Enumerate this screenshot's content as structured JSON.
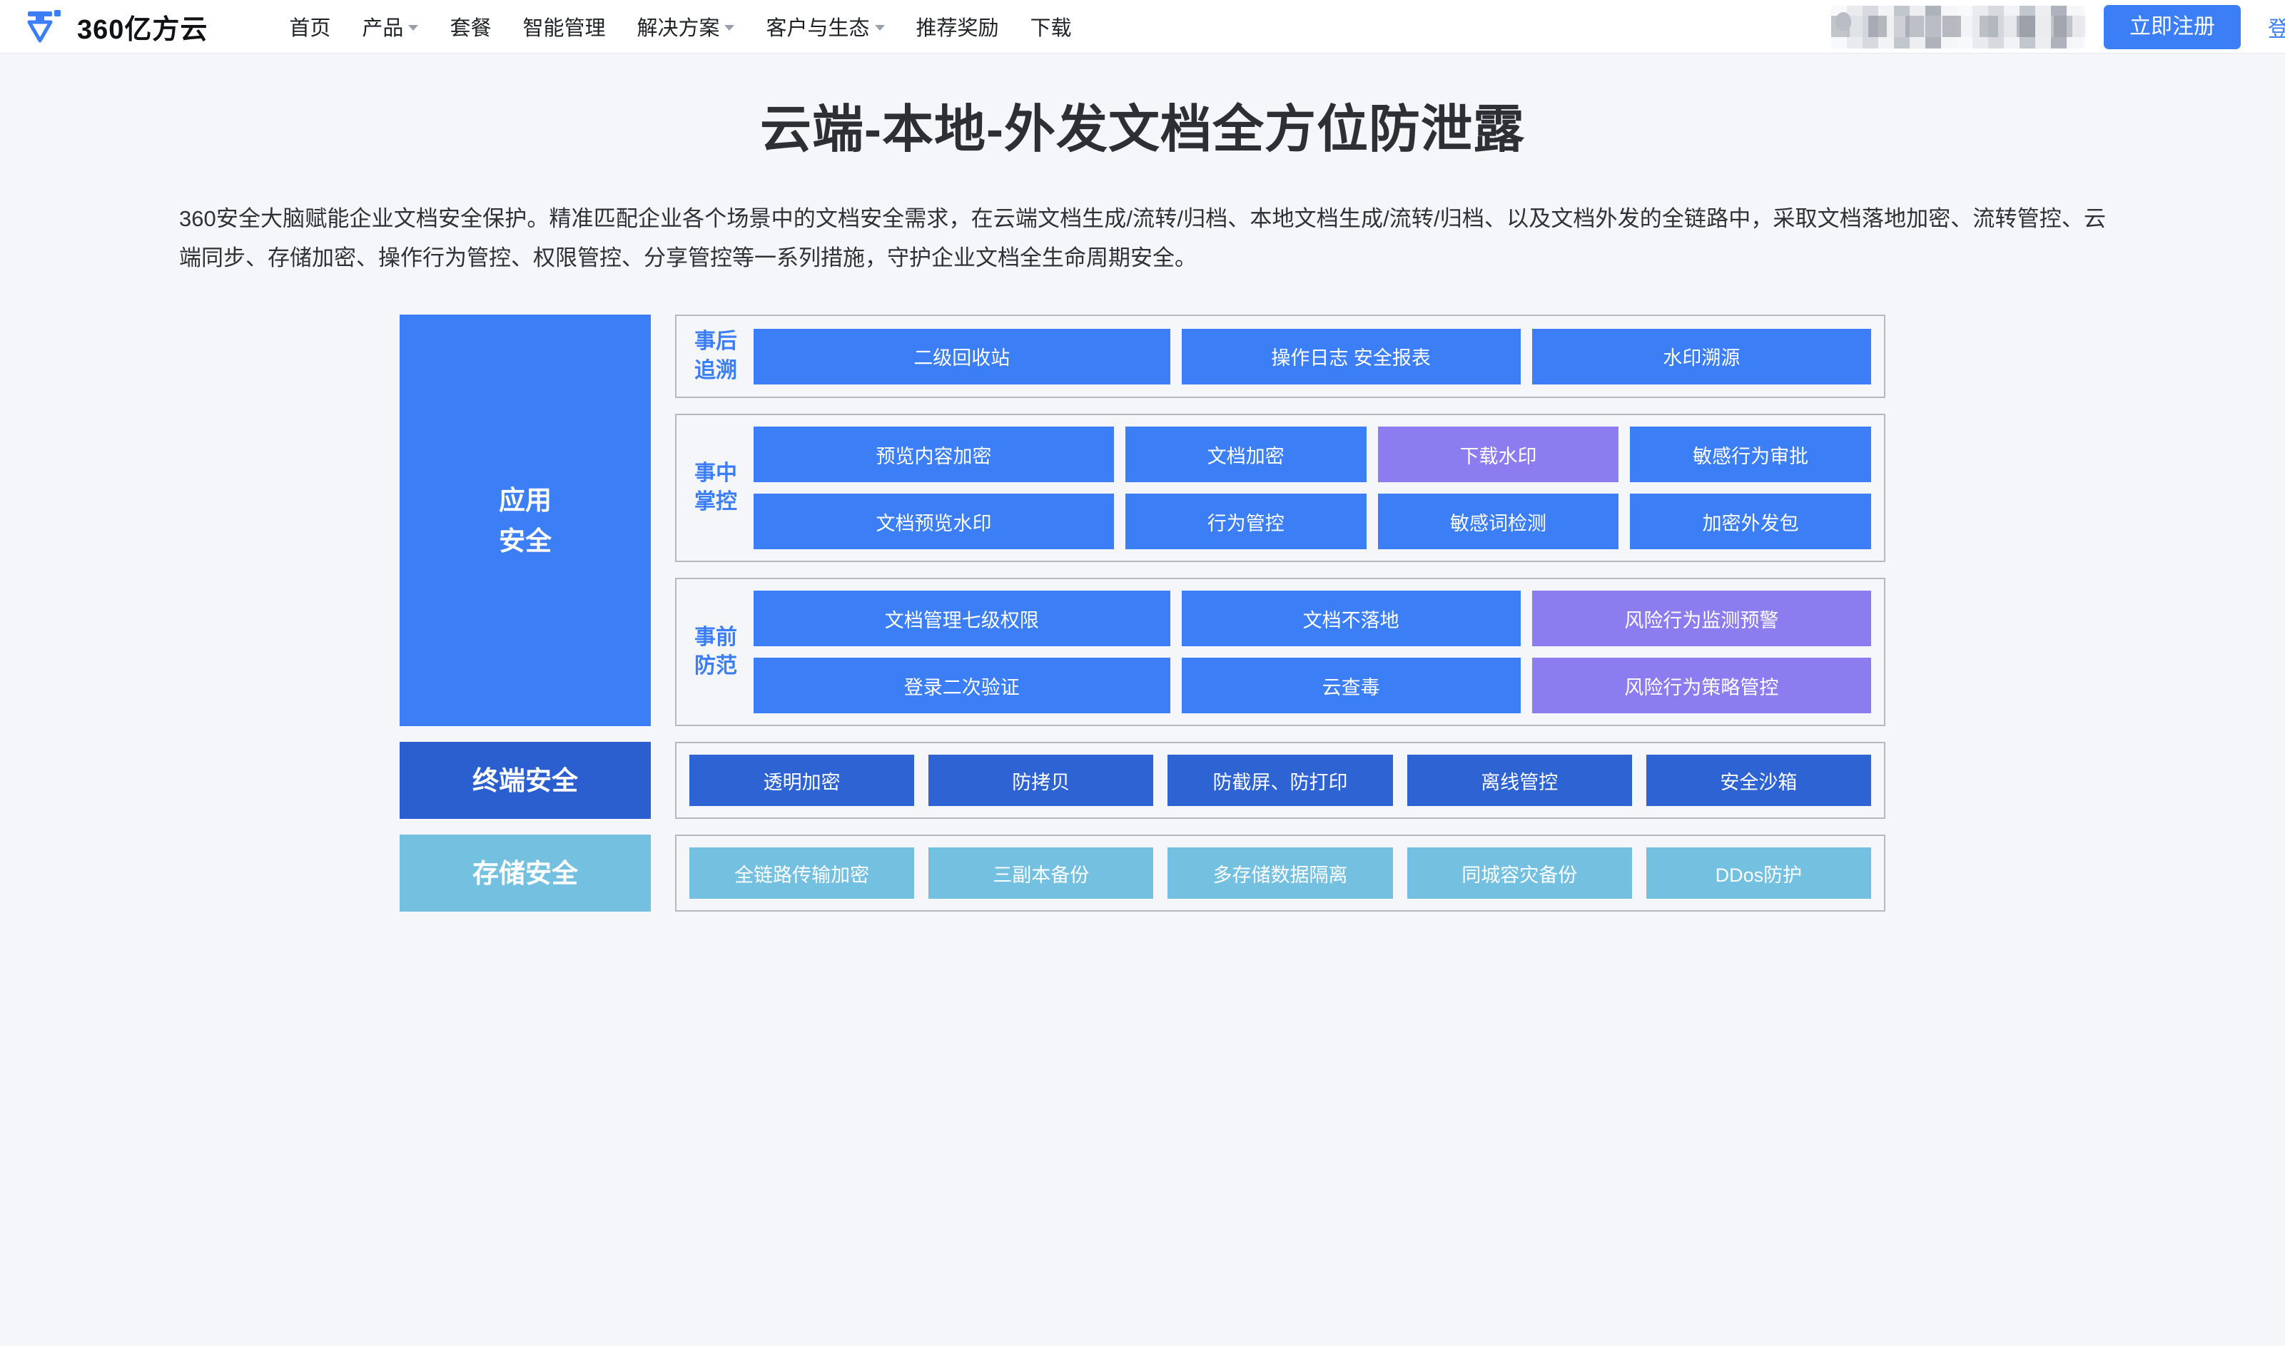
{
  "brand": {
    "name": "360亿方云",
    "logo_icon": "brand-pen-logo-icon"
  },
  "nav": {
    "items": [
      {
        "label": "首页",
        "has_caret": false
      },
      {
        "label": "产品",
        "has_caret": true
      },
      {
        "label": "套餐",
        "has_caret": false
      },
      {
        "label": "智能管理",
        "has_caret": false
      },
      {
        "label": "解决方案",
        "has_caret": true
      },
      {
        "label": "客户与生态",
        "has_caret": true
      },
      {
        "label": "推荐奖励",
        "has_caret": false
      },
      {
        "label": "下载",
        "has_caret": false
      }
    ],
    "account_redacted": "",
    "register_label": "立即注册",
    "login_label": "登录"
  },
  "hero": {
    "title": "云端-本地-外发文档全方位防泄露",
    "description": "360安全大脑赋能企业文档安全保护。精准匹配企业各个场景中的文档安全需求，在云端文档生成/流转/归档、本地文档生成/流转/归档、以及文档外发的全链路中，采取文档落地加密、流转管控、云端同步、存储加密、操作行为管控、权限管控、分享管控等一系列措施，守护企业文档全生命周期安全。"
  },
  "colors": {
    "brand_blue": "#3b7ef6",
    "deep_blue": "#2b5fd0",
    "purple": "#8b7cf0",
    "light_blue": "#74c0e0",
    "panel_bg": "#f4f6fa",
    "panel_border": "#b6b9be"
  },
  "diagram": {
    "application_security": {
      "label": "应用\n安全",
      "label_line1": "应用",
      "label_line2": "安全",
      "phases": [
        {
          "label_line1": "事后",
          "label_line2": "追溯",
          "rows": [
            [
              {
                "label": "二级回收站",
                "color": "blue",
                "width": "wide"
              },
              {
                "label": "操作日志  安全报表",
                "color": "blue",
                "width": "mid"
              },
              {
                "label": "水印溯源",
                "color": "blue",
                "width": "mid"
              }
            ]
          ]
        },
        {
          "label_line1": "事中",
          "label_line2": "掌控",
          "rows": [
            [
              {
                "label": "预览内容加密",
                "color": "blue",
                "width": "wide"
              },
              {
                "label": "文档加密",
                "color": "blue",
                "width": "norm"
              },
              {
                "label": "下载水印",
                "color": "purple",
                "width": "norm"
              },
              {
                "label": "敏感行为审批",
                "color": "blue",
                "width": "norm"
              }
            ],
            [
              {
                "label": "文档预览水印",
                "color": "blue",
                "width": "wide"
              },
              {
                "label": "行为管控",
                "color": "blue",
                "width": "norm"
              },
              {
                "label": "敏感词检测",
                "color": "blue",
                "width": "norm"
              },
              {
                "label": "加密外发包",
                "color": "blue",
                "width": "norm"
              }
            ]
          ]
        },
        {
          "label_line1": "事前",
          "label_line2": "防范",
          "rows": [
            [
              {
                "label": "文档管理七级权限",
                "color": "blue",
                "width": "wide"
              },
              {
                "label": "文档不落地",
                "color": "blue",
                "width": "mid"
              },
              {
                "label": "风险行为监测预警",
                "color": "purple",
                "width": "mid"
              }
            ],
            [
              {
                "label": "登录二次验证",
                "color": "blue",
                "width": "wide"
              },
              {
                "label": "云查毒",
                "color": "blue",
                "width": "mid"
              },
              {
                "label": "风险行为策略管控",
                "color": "purple",
                "width": "mid"
              }
            ]
          ]
        }
      ]
    },
    "endpoint_security": {
      "label": "终端安全",
      "cards": [
        {
          "label": "透明加密",
          "color": "dkblue"
        },
        {
          "label": "防拷贝",
          "color": "dkblue"
        },
        {
          "label": "防截屏、防打印",
          "color": "dkblue"
        },
        {
          "label": "离线管控",
          "color": "dkblue"
        },
        {
          "label": "安全沙箱",
          "color": "dkblue"
        }
      ]
    },
    "storage_security": {
      "label": "存储安全",
      "cards": [
        {
          "label": "全链路传输加密",
          "color": "ltblue"
        },
        {
          "label": "三副本备份",
          "color": "ltblue"
        },
        {
          "label": "多存储数据隔离",
          "color": "ltblue"
        },
        {
          "label": "同城容灾备份",
          "color": "ltblue"
        },
        {
          "label": "DDos防护",
          "color": "ltblue"
        }
      ]
    }
  }
}
